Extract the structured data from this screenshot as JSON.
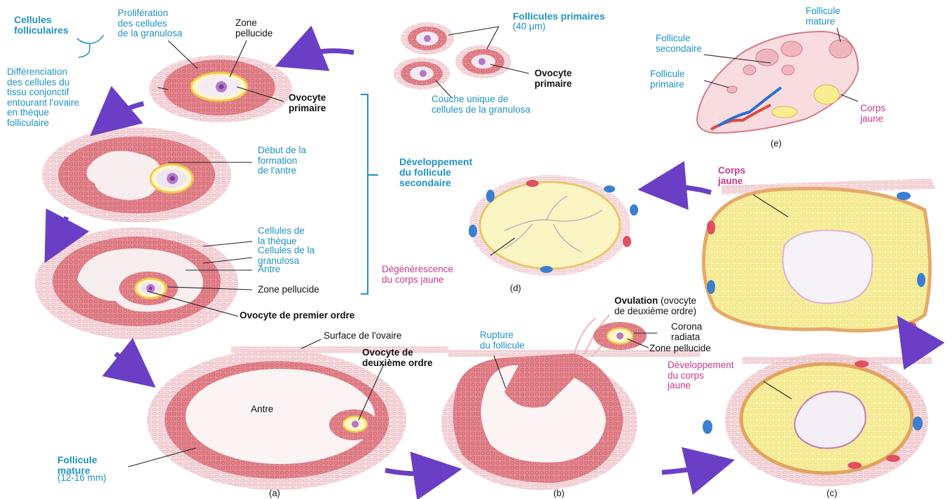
{
  "colors": {
    "label_blue": "#1f93c2",
    "label_black": "#111111",
    "label_magenta": "#c8398f",
    "arrow": "#6a3fc6",
    "granulosa": "#e4868e",
    "theca": "#f3cbd0",
    "corpus_yellow": "#f7ef9b"
  },
  "labels": {
    "cellules_folliculaires": "Cellules\nfolliculaires",
    "proliferation": "Prolifération\ndes cellules\nde la granulosa",
    "zone_pellucide_top": "Zone\npellucide",
    "differenciation": "Différenciation\ndes cellules du\ntissu conjonctif\nentourant l'ovaire\nen thèque\nfolliculaire",
    "ovocyte_primaire_1": "Ovocyte\nprimaire",
    "follicules_primaires": "Follicules primaires",
    "follicules_primaires_size": "(40 μm)",
    "ovocyte_primaire_2": "Ovocyte\nprimaire",
    "couche_unique": "Couche unique de\ncellules de la granulosa",
    "follicule_mature_e": "Follicule\nmature",
    "follicule_secondaire_e": "Follicule\nsecondaire",
    "follicule_primaire_e": "Follicule\nprimaire",
    "corps_jaune_e": "Corps\njaune",
    "debut_antre": "Début de la\nformation\nde l'antre",
    "developpement_secondaire": "Développement\ndu follicule\nsecondaire",
    "cellules_theque": "Cellules de\nla thèque",
    "cellules_granulosa": "Cellules de la\ngranulosa",
    "antre_1": "Antre",
    "zone_pellucide_mid": "Zone pellucide",
    "ovocyte_premier_ordre": "Ovocyte de premier ordre",
    "degenerescence": "Dégénérescence\ndu corps jaune",
    "corps_jaune_big": "Corps\njaune",
    "surface_ovaire": "Surface de l'ovaire",
    "ovocyte_deuxieme": "Ovocyte de\ndeuxième ordre",
    "antre_2": "Antre",
    "follicule_mature": "Follicule\nmature",
    "follicule_mature_size": "(12-16 mm)",
    "rupture": "Rupture\ndu follicule",
    "ovulation_bold": "Ovulation",
    "ovulation_rest": " (ovocyte\nde deuxième ordre)",
    "corona_radiata": "Corona\nradiata",
    "zone_pellucide_c": "Zone pellucide",
    "developpement_corps_jaune": "Développement\ndu corps\njaune"
  },
  "captions": {
    "a": "(a)",
    "b": "(b)",
    "c": "(c)",
    "d": "(d)",
    "e": "(e)"
  }
}
